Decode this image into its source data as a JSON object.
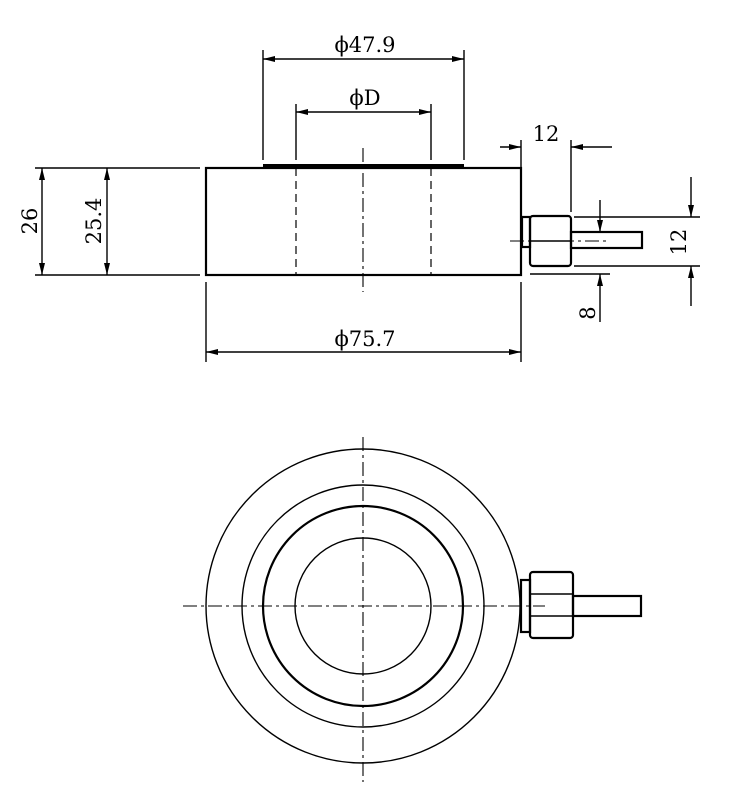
{
  "side_view": {
    "dim_boss_diameter": "ϕ47.9",
    "dim_bore_diameter": "ϕD",
    "dim_height_total": "26",
    "dim_height_body": "25.4",
    "dim_outer_diameter": "ϕ75.7",
    "dim_connector_length": "12",
    "dim_connector_width": "12",
    "dim_cable_diameter": "8"
  },
  "colors": {
    "line": "#000000",
    "background": "#ffffff"
  }
}
